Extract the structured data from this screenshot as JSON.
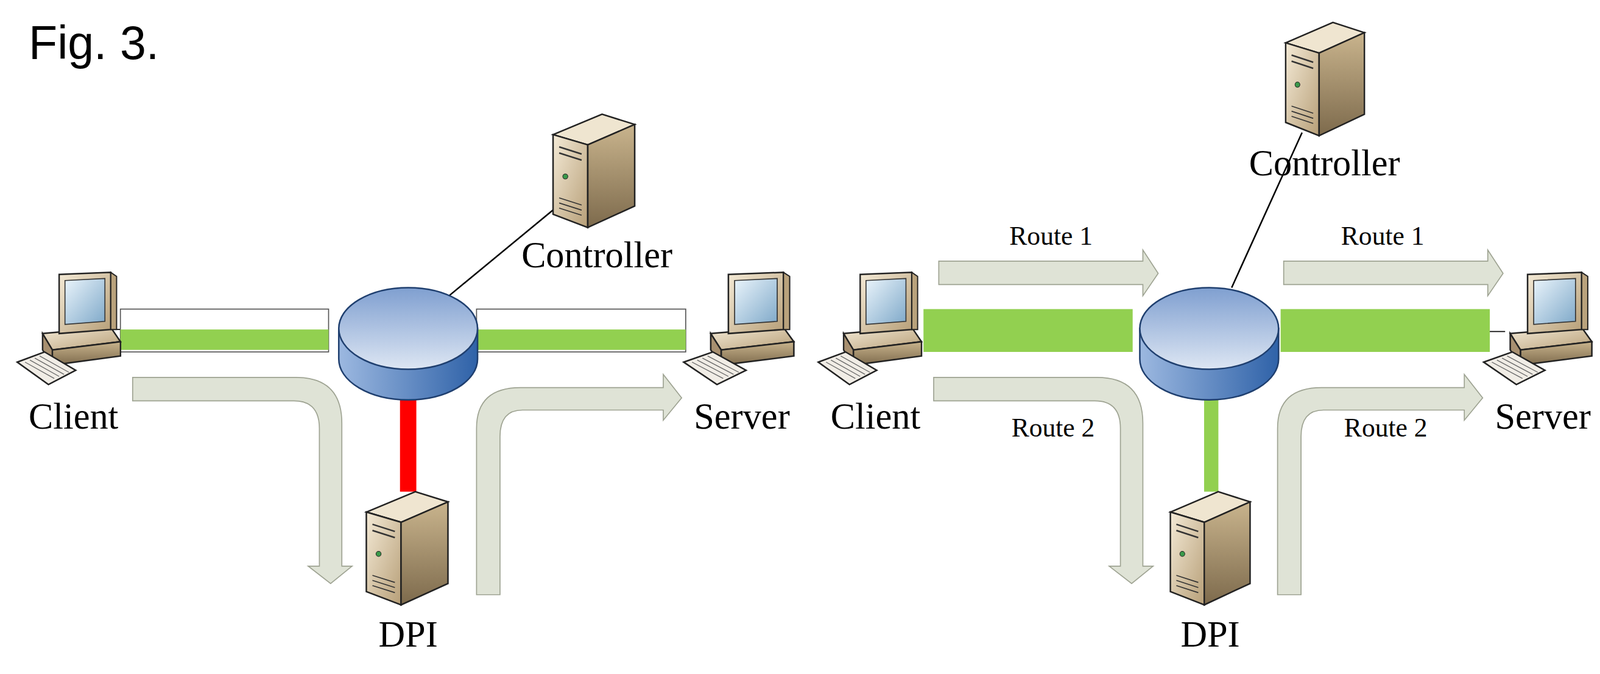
{
  "diagram": {
    "nodes": [
      {
        "text": [
          "Controller"
        ]
      },
      {
        "text": [
          "Client"
        ]
      },
      {
        "text": [
          "Server"
        ]
      },
      {
        "text": [
          "DPI"
        ]
      },
      {
        "text": [
          "Controller"
        ]
      },
      {
        "text": [
          "Client"
        ]
      },
      {
        "text": [
          "Server"
        ]
      },
      {
        "text": [
          "DPI"
        ]
      }
    ],
    "labels": [
      "Fig. 3.",
      "Route 1",
      "Route 1",
      "Route 2",
      "Route 2"
    ]
  }
}
